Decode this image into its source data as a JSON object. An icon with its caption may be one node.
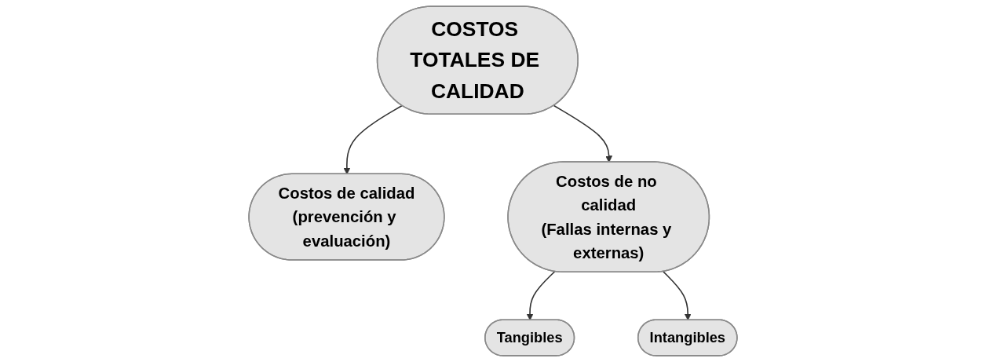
{
  "diagram": {
    "nodes": [
      {
        "text": [
          "COSTOS TOTALES DE CALIDAD"
        ]
      },
      {
        "text": [
          "Costos de calidad",
          "(prevención y evaluación)"
        ]
      },
      {
        "text": [
          "Costos de no calidad",
          "(Fallas internas y externas)"
        ]
      },
      {
        "text": [
          "Tangibles"
        ]
      },
      {
        "text": [
          "Intangibles"
        ]
      }
    ],
    "edges": [
      {
        "from": 0,
        "to": 1,
        "arrow": "to"
      },
      {
        "from": 0,
        "to": 2,
        "arrow": "to"
      },
      {
        "from": 2,
        "to": 3,
        "arrow": "to"
      },
      {
        "from": 2,
        "to": 4,
        "arrow": "to"
      }
    ]
  }
}
